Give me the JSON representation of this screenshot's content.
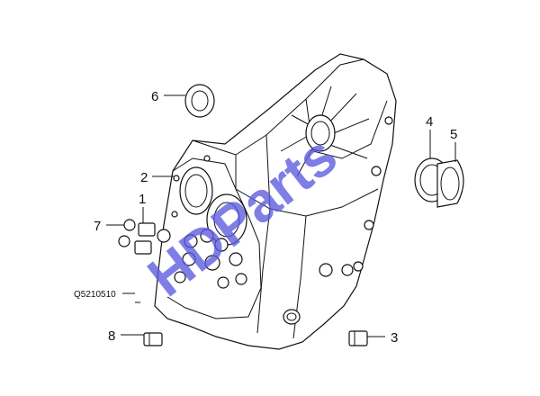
{
  "diagram": {
    "watermark": "HDParts",
    "accent_color": "#5a5ae0",
    "callouts": {
      "c1": "1",
      "c2": "2",
      "c3": "3",
      "c4": "4",
      "c5": "5",
      "c6": "6",
      "c7": "7",
      "c8": "8"
    },
    "part_code": "Q5210510"
  }
}
